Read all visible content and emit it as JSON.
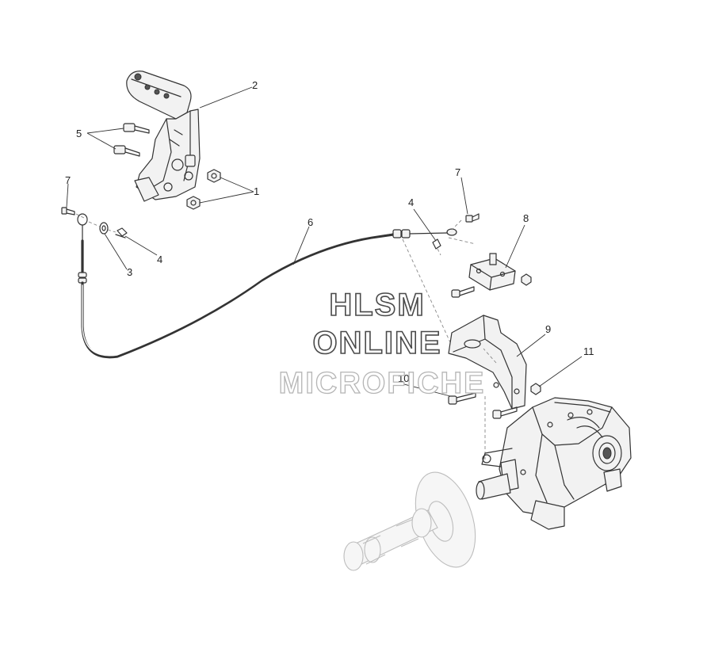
{
  "diagram": {
    "callouts": [
      "1",
      "2",
      "3",
      "4",
      "4",
      "5",
      "6",
      "7",
      "7",
      "8",
      "9",
      "10",
      "11"
    ]
  },
  "watermark": {
    "line1": "HLSM",
    "line2": "ONLINE",
    "line3": "MICROFICHE"
  }
}
